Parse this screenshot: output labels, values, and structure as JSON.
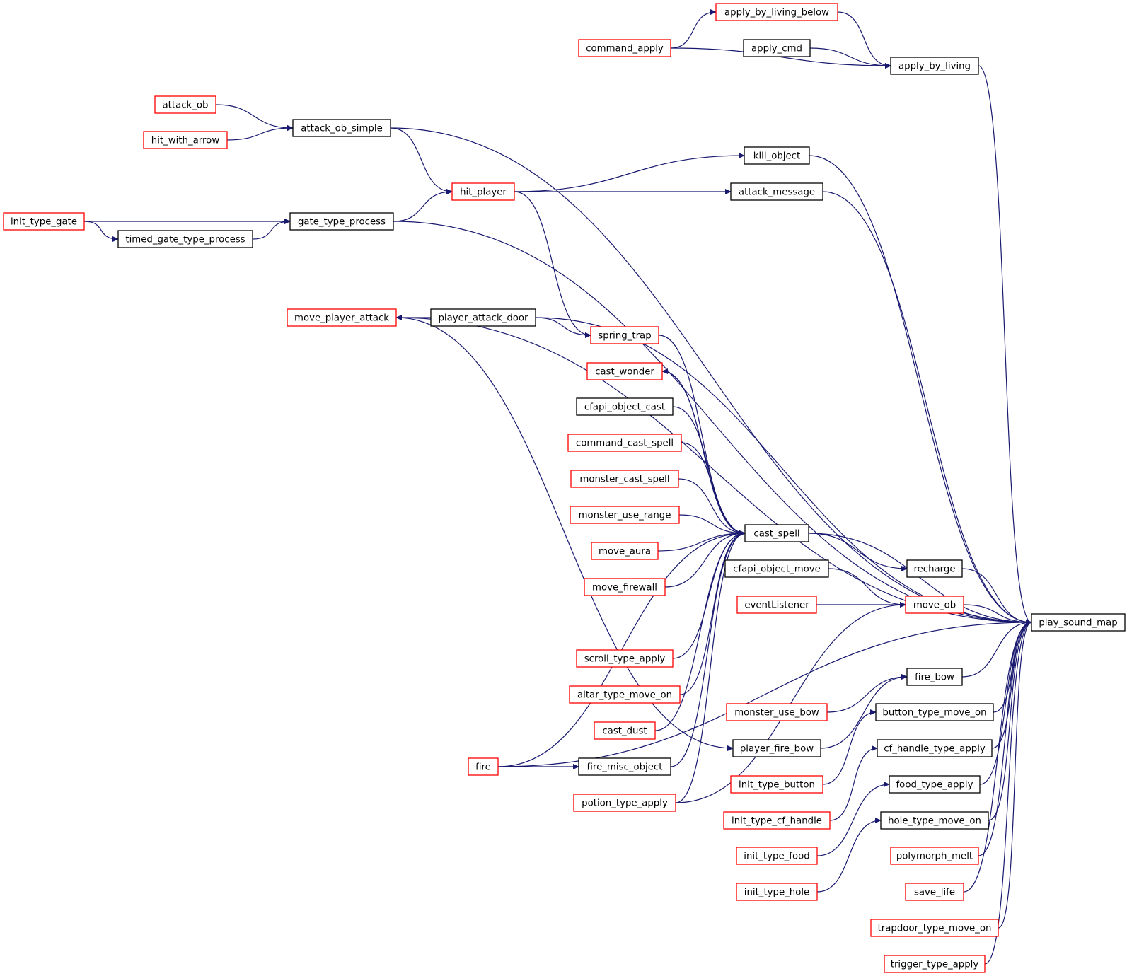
{
  "colors": {
    "edge": "#191970",
    "border_red": "#ff0000",
    "border_black": "#000000",
    "target_fill": "#bfbfbf",
    "background": "#ffffff"
  },
  "graph": {
    "target": "play_sound_map",
    "nodes": [
      {
        "id": "apply_by_living_below",
        "label": "apply_by_living_below",
        "border": "red"
      },
      {
        "id": "command_apply",
        "label": "command_apply",
        "border": "red"
      },
      {
        "id": "apply_cmd",
        "label": "apply_cmd",
        "border": "black"
      },
      {
        "id": "apply_by_living",
        "label": "apply_by_living",
        "border": "black"
      },
      {
        "id": "attack_ob",
        "label": "attack_ob",
        "border": "red"
      },
      {
        "id": "attack_ob_simple",
        "label": "attack_ob_simple",
        "border": "black"
      },
      {
        "id": "hit_with_arrow",
        "label": "hit_with_arrow",
        "border": "red"
      },
      {
        "id": "kill_object",
        "label": "kill_object",
        "border": "black"
      },
      {
        "id": "hit_player",
        "label": "hit_player",
        "border": "red"
      },
      {
        "id": "attack_message",
        "label": "attack_message",
        "border": "black"
      },
      {
        "id": "init_type_gate",
        "label": "init_type_gate",
        "border": "red"
      },
      {
        "id": "gate_type_process",
        "label": "gate_type_process",
        "border": "black"
      },
      {
        "id": "timed_gate_type_process",
        "label": "timed_gate_type_process",
        "border": "black"
      },
      {
        "id": "move_player_attack",
        "label": "move_player_attack",
        "border": "red"
      },
      {
        "id": "player_attack_door",
        "label": "player_attack_door",
        "border": "black"
      },
      {
        "id": "spring_trap",
        "label": "spring_trap",
        "border": "red"
      },
      {
        "id": "cast_wonder",
        "label": "cast_wonder",
        "border": "red"
      },
      {
        "id": "cfapi_object_cast",
        "label": "cfapi_object_cast",
        "border": "black"
      },
      {
        "id": "command_cast_spell",
        "label": "command_cast_spell",
        "border": "red"
      },
      {
        "id": "monster_cast_spell",
        "label": "monster_cast_spell",
        "border": "red"
      },
      {
        "id": "monster_use_range",
        "label": "monster_use_range",
        "border": "red"
      },
      {
        "id": "cast_spell",
        "label": "cast_spell",
        "border": "black"
      },
      {
        "id": "move_aura",
        "label": "move_aura",
        "border": "red"
      },
      {
        "id": "move_firewall",
        "label": "move_firewall",
        "border": "red"
      },
      {
        "id": "cfapi_object_move",
        "label": "cfapi_object_move",
        "border": "black"
      },
      {
        "id": "recharge",
        "label": "recharge",
        "border": "black"
      },
      {
        "id": "eventListener",
        "label": "eventListener",
        "border": "red"
      },
      {
        "id": "move_ob",
        "label": "move_ob",
        "border": "red"
      },
      {
        "id": "play_sound_map",
        "label": "play_sound_map",
        "border": "black"
      },
      {
        "id": "scroll_type_apply",
        "label": "scroll_type_apply",
        "border": "red"
      },
      {
        "id": "fire_bow",
        "label": "fire_bow",
        "border": "black"
      },
      {
        "id": "altar_type_move_on",
        "label": "altar_type_move_on",
        "border": "red"
      },
      {
        "id": "monster_use_bow",
        "label": "monster_use_bow",
        "border": "red"
      },
      {
        "id": "button_type_move_on",
        "label": "button_type_move_on",
        "border": "black"
      },
      {
        "id": "cast_dust",
        "label": "cast_dust",
        "border": "red"
      },
      {
        "id": "player_fire_bow",
        "label": "player_fire_bow",
        "border": "black"
      },
      {
        "id": "cf_handle_type_apply",
        "label": "cf_handle_type_apply",
        "border": "black"
      },
      {
        "id": "fire",
        "label": "fire",
        "border": "red"
      },
      {
        "id": "fire_misc_object",
        "label": "fire_misc_object",
        "border": "black"
      },
      {
        "id": "init_type_button",
        "label": "init_type_button",
        "border": "red"
      },
      {
        "id": "food_type_apply",
        "label": "food_type_apply",
        "border": "black"
      },
      {
        "id": "potion_type_apply",
        "label": "potion_type_apply",
        "border": "red"
      },
      {
        "id": "init_type_cf_handle",
        "label": "init_type_cf_handle",
        "border": "red"
      },
      {
        "id": "hole_type_move_on",
        "label": "hole_type_move_on",
        "border": "black"
      },
      {
        "id": "init_type_food",
        "label": "init_type_food",
        "border": "red"
      },
      {
        "id": "polymorph_melt",
        "label": "polymorph_melt",
        "border": "red"
      },
      {
        "id": "init_type_hole",
        "label": "init_type_hole",
        "border": "red"
      },
      {
        "id": "save_life",
        "label": "save_life",
        "border": "red"
      },
      {
        "id": "trapdoor_type_move_on",
        "label": "trapdoor_type_move_on",
        "border": "red"
      },
      {
        "id": "trigger_type_apply",
        "label": "trigger_type_apply",
        "border": "red"
      }
    ],
    "edges": [
      {
        "from": "command_apply",
        "to": "apply_by_living_below"
      },
      {
        "from": "apply_by_living_below",
        "to": "apply_by_living"
      },
      {
        "from": "apply_cmd",
        "to": "apply_by_living"
      },
      {
        "from": "command_apply",
        "to": "apply_by_living"
      },
      {
        "from": "apply_by_living",
        "to": "play_sound_map"
      },
      {
        "from": "attack_ob",
        "to": "attack_ob_simple"
      },
      {
        "from": "hit_with_arrow",
        "to": "attack_ob_simple"
      },
      {
        "from": "attack_ob_simple",
        "to": "play_sound_map"
      },
      {
        "from": "attack_ob_simple",
        "to": "hit_player"
      },
      {
        "from": "hit_player",
        "to": "kill_object"
      },
      {
        "from": "kill_object",
        "to": "play_sound_map"
      },
      {
        "from": "hit_player",
        "to": "attack_message"
      },
      {
        "from": "attack_message",
        "to": "play_sound_map"
      },
      {
        "from": "gate_type_process",
        "to": "hit_player"
      },
      {
        "from": "init_type_gate",
        "to": "gate_type_process"
      },
      {
        "from": "init_type_gate",
        "to": "timed_gate_type_process"
      },
      {
        "from": "timed_gate_type_process",
        "to": "gate_type_process"
      },
      {
        "from": "gate_type_process",
        "to": "play_sound_map"
      },
      {
        "from": "move_player_attack",
        "to": "play_sound_map"
      },
      {
        "from": "player_attack_door",
        "to": "move_player_attack"
      },
      {
        "from": "player_attack_door",
        "to": "play_sound_map"
      },
      {
        "from": "player_attack_door",
        "to": "spring_trap"
      },
      {
        "from": "hit_player",
        "to": "spring_trap"
      },
      {
        "from": "spring_trap",
        "to": "cast_spell"
      },
      {
        "from": "cast_spell",
        "to": "cast_wonder"
      },
      {
        "from": "cast_wonder",
        "to": "cast_spell"
      },
      {
        "from": "cfapi_object_cast",
        "to": "cast_spell"
      },
      {
        "from": "command_cast_spell",
        "to": "cast_spell"
      },
      {
        "from": "monster_cast_spell",
        "to": "cast_spell"
      },
      {
        "from": "monster_use_range",
        "to": "cast_spell"
      },
      {
        "from": "move_aura",
        "to": "cast_spell"
      },
      {
        "from": "move_firewall",
        "to": "cast_spell"
      },
      {
        "from": "scroll_type_apply",
        "to": "cast_spell"
      },
      {
        "from": "altar_type_move_on",
        "to": "cast_spell"
      },
      {
        "from": "cast_dust",
        "to": "cast_spell"
      },
      {
        "from": "fire",
        "to": "cast_spell"
      },
      {
        "from": "fire_misc_object",
        "to": "cast_spell"
      },
      {
        "from": "potion_type_apply",
        "to": "cast_spell"
      },
      {
        "from": "cast_spell",
        "to": "play_sound_map"
      },
      {
        "from": "cast_spell",
        "to": "recharge"
      },
      {
        "from": "recharge",
        "to": "play_sound_map"
      },
      {
        "from": "cfapi_object_move",
        "to": "move_ob"
      },
      {
        "from": "eventListener",
        "to": "move_ob"
      },
      {
        "from": "potion_type_apply",
        "to": "move_ob"
      },
      {
        "from": "move_ob",
        "to": "play_sound_map"
      },
      {
        "from": "fire",
        "to": "play_sound_map"
      },
      {
        "from": "fire_bow",
        "to": "play_sound_map"
      },
      {
        "from": "monster_use_bow",
        "to": "fire_bow"
      },
      {
        "from": "player_fire_bow",
        "to": "fire_bow"
      },
      {
        "from": "fire",
        "to": "fire_misc_object"
      },
      {
        "from": "move_player_attack",
        "to": "player_fire_bow"
      },
      {
        "from": "button_type_move_on",
        "to": "play_sound_map"
      },
      {
        "from": "init_type_button",
        "to": "button_type_move_on"
      },
      {
        "from": "cf_handle_type_apply",
        "to": "play_sound_map"
      },
      {
        "from": "init_type_cf_handle",
        "to": "cf_handle_type_apply"
      },
      {
        "from": "food_type_apply",
        "to": "play_sound_map"
      },
      {
        "from": "init_type_food",
        "to": "food_type_apply"
      },
      {
        "from": "hole_type_move_on",
        "to": "play_sound_map"
      },
      {
        "from": "init_type_hole",
        "to": "hole_type_move_on"
      },
      {
        "from": "polymorph_melt",
        "to": "play_sound_map"
      },
      {
        "from": "save_life",
        "to": "play_sound_map"
      },
      {
        "from": "trapdoor_type_move_on",
        "to": "play_sound_map"
      },
      {
        "from": "trigger_type_apply",
        "to": "play_sound_map"
      }
    ]
  }
}
